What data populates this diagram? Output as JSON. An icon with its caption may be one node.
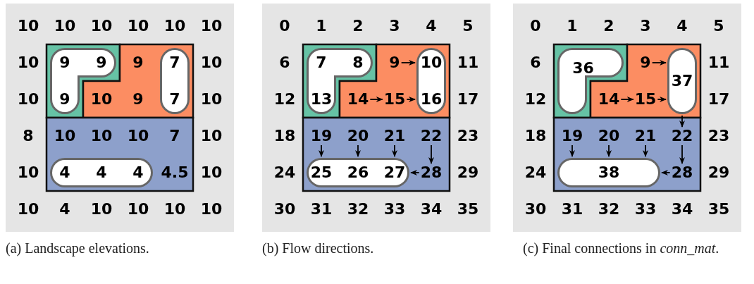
{
  "diagram": {
    "nodes": [
      {
        "text": [
          "(a) Landscape elevations."
        ]
      },
      {
        "text": [],
        "shape": "box",
        "in": 0
      },
      {
        "text": [],
        "shape": "box",
        "in": 0
      },
      {
        "text": [],
        "shape": "box",
        "in": 0
      },
      {
        "text": [
          "9",
          "9",
          "9"
        ],
        "in": 1
      },
      {
        "text": [
          "7",
          "7"
        ],
        "in": 2
      },
      {
        "text": [
          "4",
          "4",
          "4"
        ],
        "in": 3
      },
      {
        "text": [
          "(b) Flow directions."
        ]
      },
      {
        "text": [],
        "shape": "box",
        "in": 7
      },
      {
        "text": [],
        "shape": "box",
        "in": 7
      },
      {
        "text": [],
        "shape": "box",
        "in": 7
      },
      {
        "text": [
          "7",
          "8",
          "13"
        ],
        "in": 8
      },
      {
        "text": [
          "10",
          "16"
        ],
        "in": 9
      },
      {
        "text": [
          "9"
        ],
        "in": 9
      },
      {
        "text": [
          "14"
        ]
      },
      {
        "text": [
          "15"
        ],
        "in": 9
      },
      {
        "text": [
          "19"
        ],
        "in": 10
      },
      {
        "text": [
          "20"
        ],
        "in": 10
      },
      {
        "text": [
          "21"
        ],
        "in": 10
      },
      {
        "text": [
          "22"
        ],
        "in": 10
      },
      {
        "text": [
          "25",
          "26",
          "27"
        ],
        "in": 10
      },
      {
        "text": [
          "28"
        ],
        "in": 10
      },
      {
        "text": [
          "(c) Final connections in *conn_mat*."
        ]
      },
      {
        "text": [],
        "shape": "box",
        "in": 22
      },
      {
        "text": [],
        "shape": "box",
        "in": 22
      },
      {
        "text": [],
        "shape": "box",
        "in": 22
      },
      {
        "text": [
          "36"
        ],
        "in": 23
      },
      {
        "text": [
          "37"
        ],
        "in": 24
      },
      {
        "text": [
          "9"
        ],
        "in": 24
      },
      {
        "text": [
          "14"
        ]
      },
      {
        "text": [
          "15"
        ],
        "in": 24
      },
      {
        "text": [
          "19"
        ],
        "in": 25
      },
      {
        "text": [
          "20"
        ],
        "in": 25
      },
      {
        "text": [
          "21"
        ],
        "in": 25
      },
      {
        "text": [
          "22"
        ],
        "in": 25
      },
      {
        "text": [
          "38"
        ],
        "in": 25
      },
      {
        "text": [
          "28"
        ],
        "in": 25
      }
    ],
    "edges": [
      {
        "from": 13,
        "to": 12,
        "arrow": "to"
      },
      {
        "from": 14,
        "to": 15,
        "arrow": "to"
      },
      {
        "from": 15,
        "to": 12,
        "arrow": "to"
      },
      {
        "from": 16,
        "to": 20,
        "arrow": "to"
      },
      {
        "from": 17,
        "to": 20,
        "arrow": "to"
      },
      {
        "from": 18,
        "to": 20,
        "arrow": "to"
      },
      {
        "from": 19,
        "to": 21,
        "arrow": "to"
      },
      {
        "from": 21,
        "to": 20,
        "arrow": "to"
      },
      {
        "from": 28,
        "to": 27,
        "arrow": "to"
      },
      {
        "from": 29,
        "to": 30,
        "arrow": "to"
      },
      {
        "from": 30,
        "to": 27,
        "arrow": "to"
      },
      {
        "from": 27,
        "to": 34,
        "arrow": "to"
      },
      {
        "from": 34,
        "to": 36,
        "arrow": "to"
      },
      {
        "from": 31,
        "to": 35,
        "arrow": "to"
      },
      {
        "from": 32,
        "to": 35,
        "arrow": "to"
      },
      {
        "from": 33,
        "to": 35,
        "arrow": "to"
      },
      {
        "from": 36,
        "to": 35,
        "arrow": "to"
      }
    ],
    "labels": [
      "10",
      "10",
      "10",
      "10",
      "10",
      "10",
      "10",
      "9",
      "10",
      "10",
      "10",
      "9",
      "10",
      "8",
      "10",
      "10",
      "10",
      "7",
      "10",
      "10",
      "4.5",
      "10",
      "10",
      "4",
      "10",
      "10",
      "10",
      "10",
      "0",
      "1",
      "2",
      "3",
      "4",
      "5",
      "6",
      "11",
      "12",
      "17",
      "18",
      "23",
      "24",
      "29",
      "30",
      "31",
      "32",
      "33",
      "34",
      "35",
      "0",
      "1",
      "2",
      "3",
      "4",
      "5",
      "6",
      "11",
      "12",
      "17",
      "18",
      "23",
      "24",
      "29",
      "30",
      "31",
      "32",
      "33",
      "34",
      "35"
    ]
  }
}
